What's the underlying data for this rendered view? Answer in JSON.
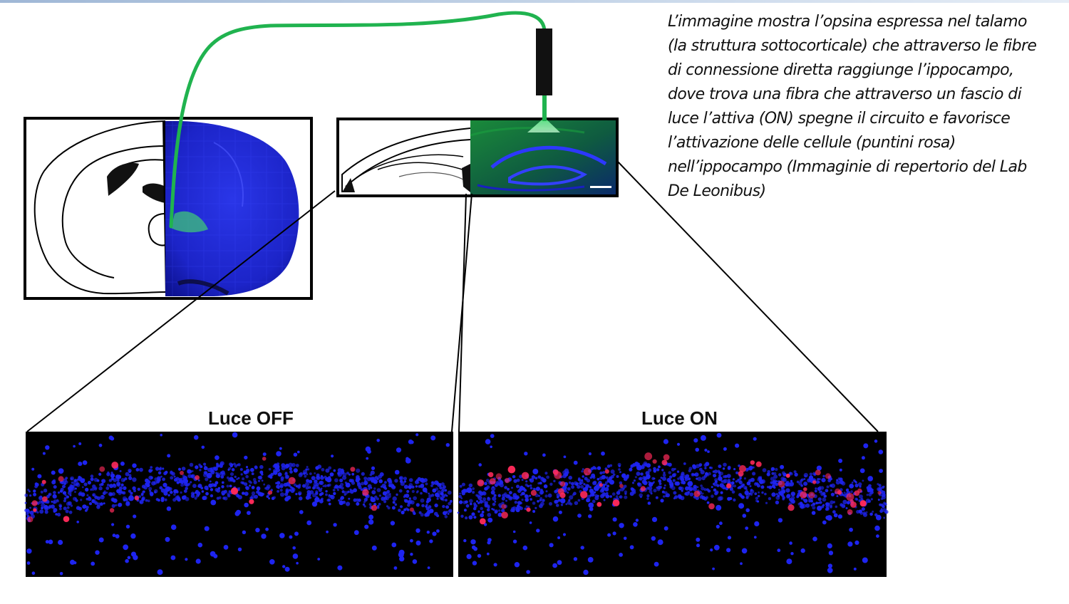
{
  "caption": {
    "text": "L’immagine mostra l’opsina espressa nel talamo\n(la struttura sottocorticale) che attraverso le fibre\ndi connessione diretta raggiunge l’ippocampo,\ndove trova una fibra che attraverso un fascio di\nluce l’attiva (ON) spegne il circuito e favorisce\nl’attivazione delle cellule (puntini rosa)\nnell’ippocampo (Immaginie di repertorio del Lab\nDe Leonibus)"
  },
  "panels": {
    "off_label": "Luce OFF",
    "on_label": "Luce ON"
  },
  "colors": {
    "optic_fiber": "#20b34f",
    "nuclei_stain": "#1e24f0",
    "activated_cells": "#ff2a5a",
    "tissue_background": "#000000",
    "light_beam": "#5ee08a"
  },
  "icons": {
    "fiber_connector": "black-rectangle-connector"
  }
}
